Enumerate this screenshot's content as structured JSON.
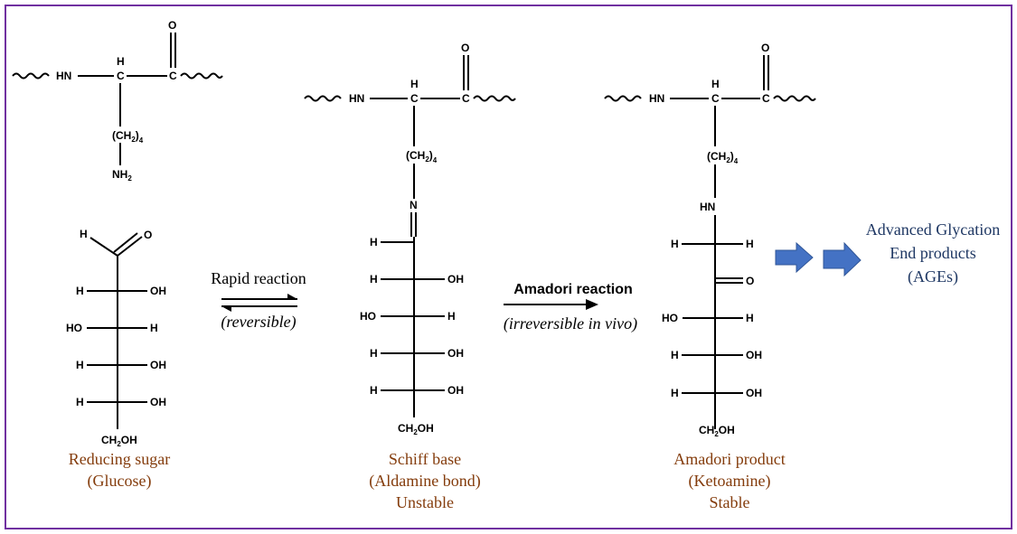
{
  "atoms": {
    "O": "O",
    "H": "H",
    "C": "C",
    "N": "N",
    "HN": "HN",
    "OH": "OH",
    "HO": "HO",
    "CH2_main": "(CH",
    "CH2_sub": "2",
    "CH2_close": ")",
    "CH2_mult": "4",
    "NH": "NH",
    "NH_sub": "2",
    "CH2OH_main": "CH",
    "CH2OH_sub": "2",
    "CH2OH_end": "OH"
  },
  "reactions": {
    "rapid_label": "Rapid reaction",
    "rapid_note": "(reversible)",
    "amadori_label": "Amadori reaction",
    "amadori_note": "(irreversible in vivo)"
  },
  "captions": {
    "glucose": [
      "Reducing sugar",
      "(Glucose)"
    ],
    "schiff": [
      "Schiff base",
      "(Aldamine bond)",
      "Unstable"
    ],
    "amadori": [
      "Amadori product",
      "(Ketoamine)",
      "Stable"
    ],
    "ages": [
      "Advanced Glycation",
      "End products",
      "(AGEs)"
    ]
  },
  "colors": {
    "frame": "#7030a0",
    "caption": "#843c0c",
    "ages_text": "#1f3864",
    "arrow_fill": "#4472c4"
  }
}
